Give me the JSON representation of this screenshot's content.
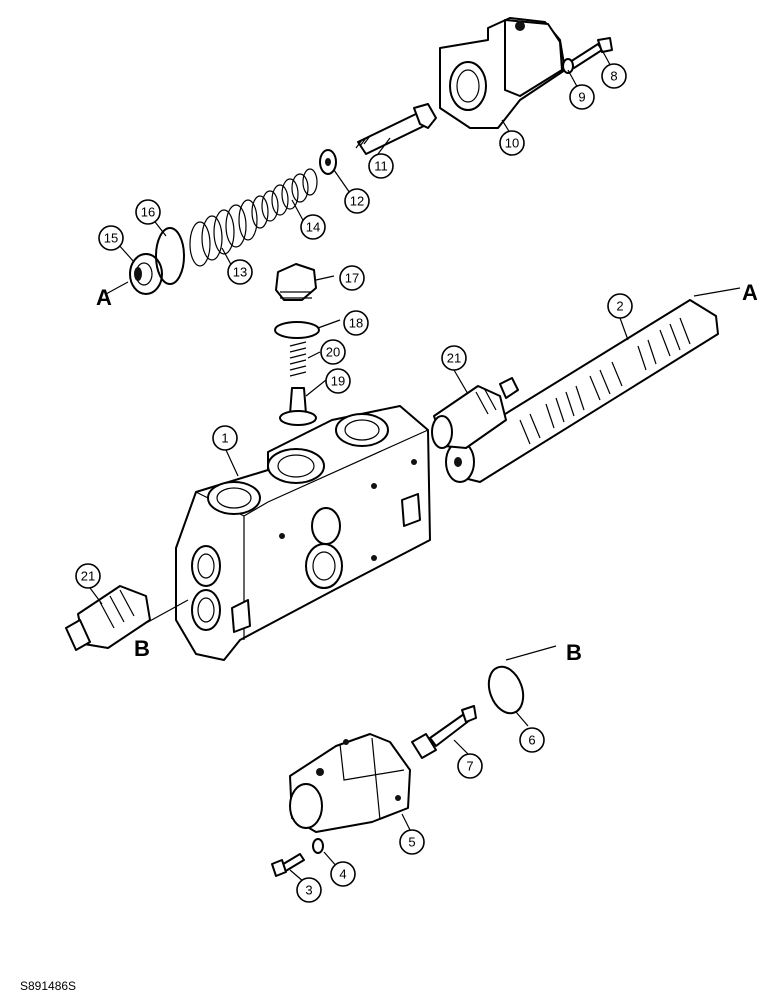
{
  "figure_ref": "S891486S",
  "section_letters": {
    "a": "A",
    "b": "B"
  },
  "callouts": {
    "c1": "1",
    "c2": "2",
    "c3": "3",
    "c4": "4",
    "c5": "5",
    "c6": "6",
    "c7": "7",
    "c8": "8",
    "c9": "9",
    "c10": "10",
    "c11": "11",
    "c12": "12",
    "c13": "13",
    "c14": "14",
    "c15": "15",
    "c16": "16",
    "c17": "17",
    "c18": "18",
    "c19": "19",
    "c20": "20",
    "c21a": "21",
    "c21b": "21"
  }
}
